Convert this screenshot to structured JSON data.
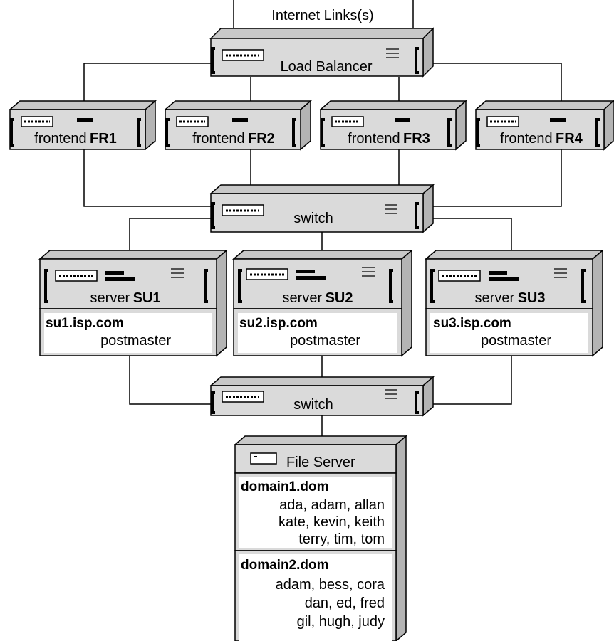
{
  "internet_label": "Internet Links(s)",
  "load_balancer": {
    "label": "Load Balancer"
  },
  "frontends": [
    {
      "prefix": "frontend",
      "id": "FR1"
    },
    {
      "prefix": "frontend",
      "id": "FR2"
    },
    {
      "prefix": "frontend",
      "id": "FR3"
    },
    {
      "prefix": "frontend",
      "id": "FR4"
    }
  ],
  "switch_upper": {
    "label": "switch"
  },
  "servers": [
    {
      "prefix": "server",
      "id": "SU1",
      "domain": "su1.isp.com",
      "account": "postmaster"
    },
    {
      "prefix": "server",
      "id": "SU2",
      "domain": "su2.isp.com",
      "account": "postmaster"
    },
    {
      "prefix": "server",
      "id": "SU3",
      "domain": "su3.isp.com",
      "account": "postmaster"
    }
  ],
  "switch_lower": {
    "label": "switch"
  },
  "file_server": {
    "label": "File Server",
    "domains": [
      {
        "name": "domain1.dom",
        "users": [
          "ada, adam, allan",
          "kate, kevin, keith",
          "terry, tim, tom"
        ]
      },
      {
        "name": "domain2.dom",
        "users": [
          "adam, bess, cora",
          "dan, ed, fred",
          "gil, hugh, judy"
        ]
      }
    ]
  },
  "colors": {
    "box_face": "#dadada",
    "box_side": "#b4b4b4",
    "box_top": "#c8c8c8",
    "panel": "#ffffff",
    "line": "#000000"
  }
}
